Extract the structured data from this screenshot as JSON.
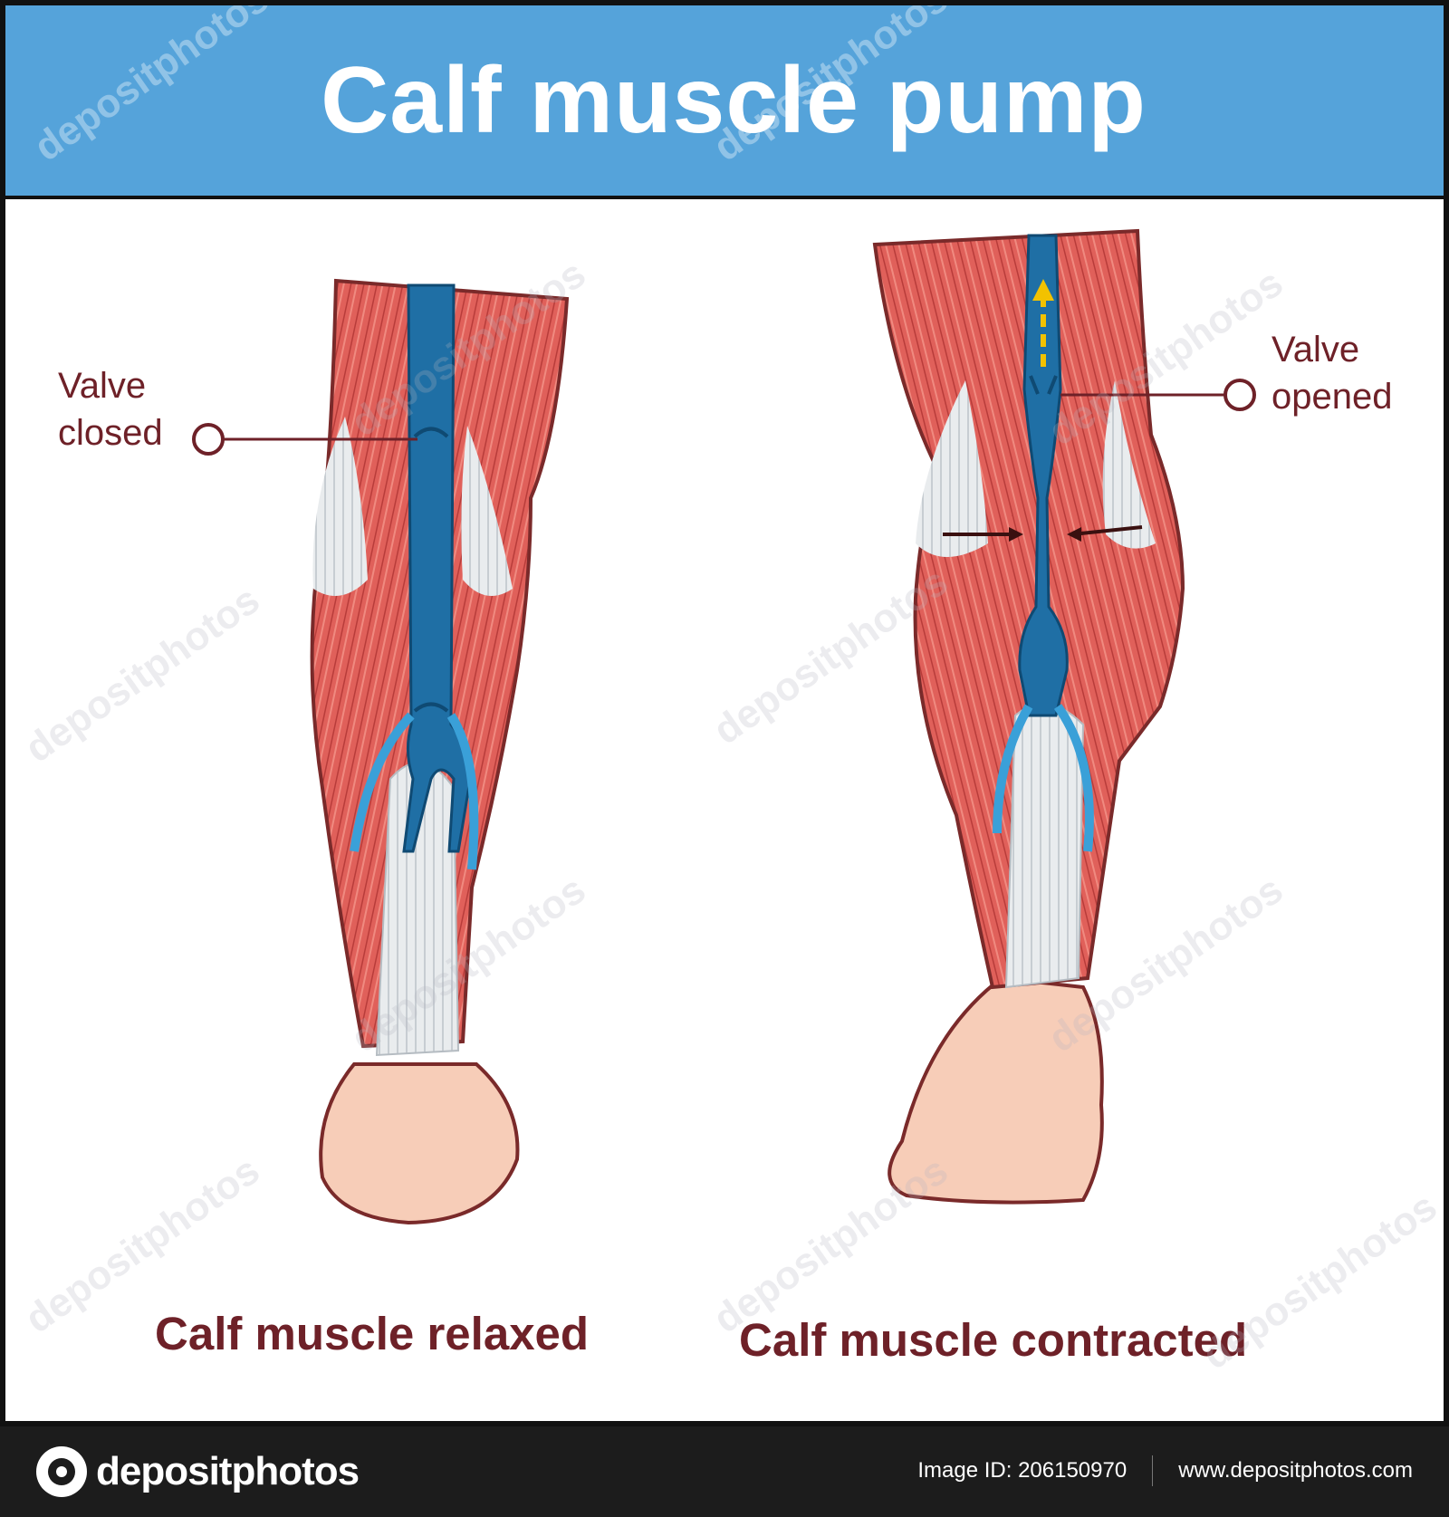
{
  "title": "Calf muscle pump",
  "callouts": {
    "left": {
      "line1": "Valve",
      "line2": "closed"
    },
    "right": {
      "line1": "Valve",
      "line2": "opened"
    }
  },
  "captions": {
    "left": "Calf muscle relaxed",
    "right": "Calf muscle contracted"
  },
  "watermark": "depositphotos",
  "footer": {
    "brand": "depositphotos",
    "image_id": "Image ID: 206150970",
    "site": "www.depositphotos.com"
  },
  "colors": {
    "header": "#55a3da",
    "muscle": "#d9534f",
    "vein": "#1f6fa5",
    "label": "#6e2128",
    "skin": "#f7cdb8"
  }
}
